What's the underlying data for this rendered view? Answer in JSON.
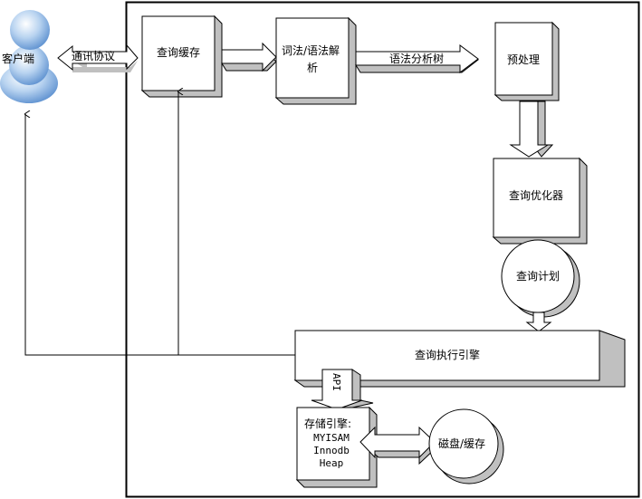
{
  "client": {
    "label": "客户端"
  },
  "protocol": {
    "label": "通讯协议"
  },
  "nodes": {
    "query_cache": "查询缓存",
    "parser_line1": "词法/语法解",
    "parser_line2": "析",
    "parse_tree": "语法分析树",
    "preprocessor": "预处理",
    "optimizer": "查询优化器",
    "query_plan": "查询计划",
    "execution_engine": "查询执行引擎",
    "api": "API",
    "storage_title": "存储引擎:",
    "storage_engines": [
      "MYISAM",
      "Innodb",
      "Heap"
    ],
    "disk_cache": "磁盘/缓存"
  },
  "colors": {
    "shadow": "#c0c0c0",
    "line": "#000000",
    "client": "#8fb6e0"
  }
}
